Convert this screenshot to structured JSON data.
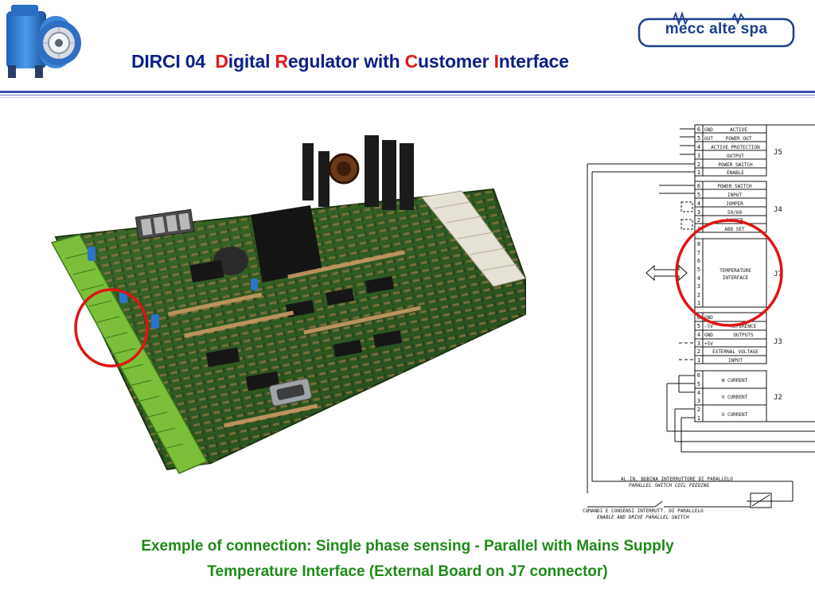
{
  "header": {
    "title_prefix": "DIRCI 04",
    "title_words": [
      {
        "initial": "D",
        "rest": "igital"
      },
      {
        "initial": "R",
        "rest": "egulator with"
      },
      {
        "initial": "C",
        "rest": "ustomer"
      },
      {
        "initial": "I",
        "rest": "nterface"
      }
    ],
    "logo_text": "mecc alte spa",
    "colors": {
      "title": "#0d1f86",
      "initials": "#e01818",
      "logo": "#1a3e8e",
      "rule": "#3a4bb5"
    }
  },
  "illustrations": {
    "left_icon": "alternator-icon",
    "board_photo": "circuit-board-photo"
  },
  "schematic": {
    "connectors": [
      {
        "name": "J5",
        "pins": [
          {
            "num": "6",
            "signal": "GND"
          },
          {
            "num": "5",
            "signal": "OUT"
          },
          {
            "num": "4",
            "signal": ""
          },
          {
            "num": "3",
            "signal": ""
          },
          {
            "num": "2",
            "signal": ""
          },
          {
            "num": "1",
            "signal": ""
          }
        ],
        "labels": [
          "ACTIVE",
          "POWER OUT",
          "ACTIVE PROTECTION",
          "OUTPUT",
          "POWER SWITCH",
          "ENABLE"
        ]
      },
      {
        "name": "J4",
        "pins": [
          {
            "num": "6",
            "signal": ""
          },
          {
            "num": "5",
            "signal": ""
          },
          {
            "num": "4",
            "signal": ""
          },
          {
            "num": "3",
            "signal": ""
          },
          {
            "num": "2",
            "signal": ""
          },
          {
            "num": "1",
            "signal": ""
          }
        ],
        "labels": [
          "POWER SWITCH",
          "INPUT",
          "JUMPER",
          "50/60",
          "JUMPER",
          "ABD SET"
        ]
      },
      {
        "name": "J7",
        "pins": [
          {
            "num": "8",
            "signal": ""
          },
          {
            "num": "7",
            "signal": ""
          },
          {
            "num": "6",
            "signal": ""
          },
          {
            "num": "5",
            "signal": ""
          },
          {
            "num": "4",
            "signal": ""
          },
          {
            "num": "3",
            "signal": ""
          },
          {
            "num": "2",
            "signal": ""
          },
          {
            "num": "1",
            "signal": ""
          }
        ],
        "labels": [
          "TEMPERATURE",
          "INTERFACE"
        ]
      },
      {
        "name": "J3",
        "pins": [
          {
            "num": "6",
            "signal": "GND"
          },
          {
            "num": "5",
            "signal": "-5V"
          },
          {
            "num": "4",
            "signal": "GND"
          },
          {
            "num": "3",
            "signal": "+5V"
          },
          {
            "num": "2",
            "signal": ""
          },
          {
            "num": "1",
            "signal": ""
          }
        ],
        "labels": [
          "REFERENCE",
          "OUTPUTS",
          "EXTERNAL VOLTAGE",
          "INPUT"
        ]
      },
      {
        "name": "J2",
        "pins": [
          {
            "num": "6",
            "signal": ""
          },
          {
            "num": "5",
            "signal": ""
          },
          {
            "num": "4",
            "signal": ""
          },
          {
            "num": "3",
            "signal": ""
          },
          {
            "num": "2",
            "signal": ""
          },
          {
            "num": "1",
            "signal": ""
          }
        ],
        "labels": [
          "W CURRENT",
          "V CURRENT",
          "U CURRENT"
        ]
      }
    ],
    "notes": {
      "coil_feed_it": "AL.IN. BOBINA INTERRUTTORE DI PARALLELO",
      "coil_feed_en": "PARALLEL SWITCH COIL FEEDING",
      "commands_it": "COMANDI E CONSENSI INTERRUTT. DI PARALLELO",
      "commands_en": "ENABLE AND DRIVE PARALLEL SWITCH"
    }
  },
  "captions": {
    "line1": "Exemple of connection: Single phase sensing - Parallel with Mains Supply",
    "line2": "Temperature Interface (External Board on J7 connector)",
    "color": "#1e8a17"
  }
}
